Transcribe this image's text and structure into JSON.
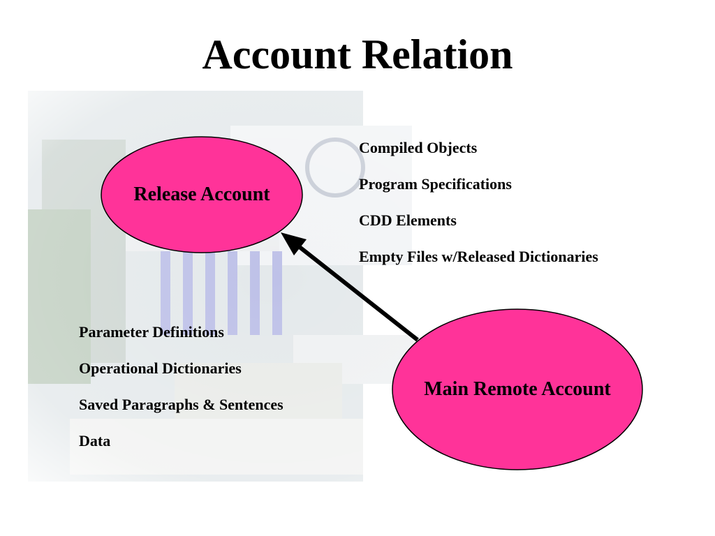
{
  "slide": {
    "title": "Account Relation"
  },
  "diagram": {
    "nodes": [
      {
        "id": "release",
        "label": "Release Account",
        "fill": "#ff3399"
      },
      {
        "id": "main",
        "label": "Main Remote Account",
        "fill": "#ff3399"
      }
    ],
    "edges": [
      {
        "from": "main",
        "to": "release",
        "arrow": "to"
      }
    ],
    "release_items": [
      "Compiled Objects",
      "Program Specifications",
      "CDD Elements",
      "Empty Files w/Released Dictionaries"
    ],
    "main_items": [
      "Parameter Definitions",
      "Operational Dictionaries",
      "Saved Paragraphs & Sentences",
      "Data"
    ]
  }
}
